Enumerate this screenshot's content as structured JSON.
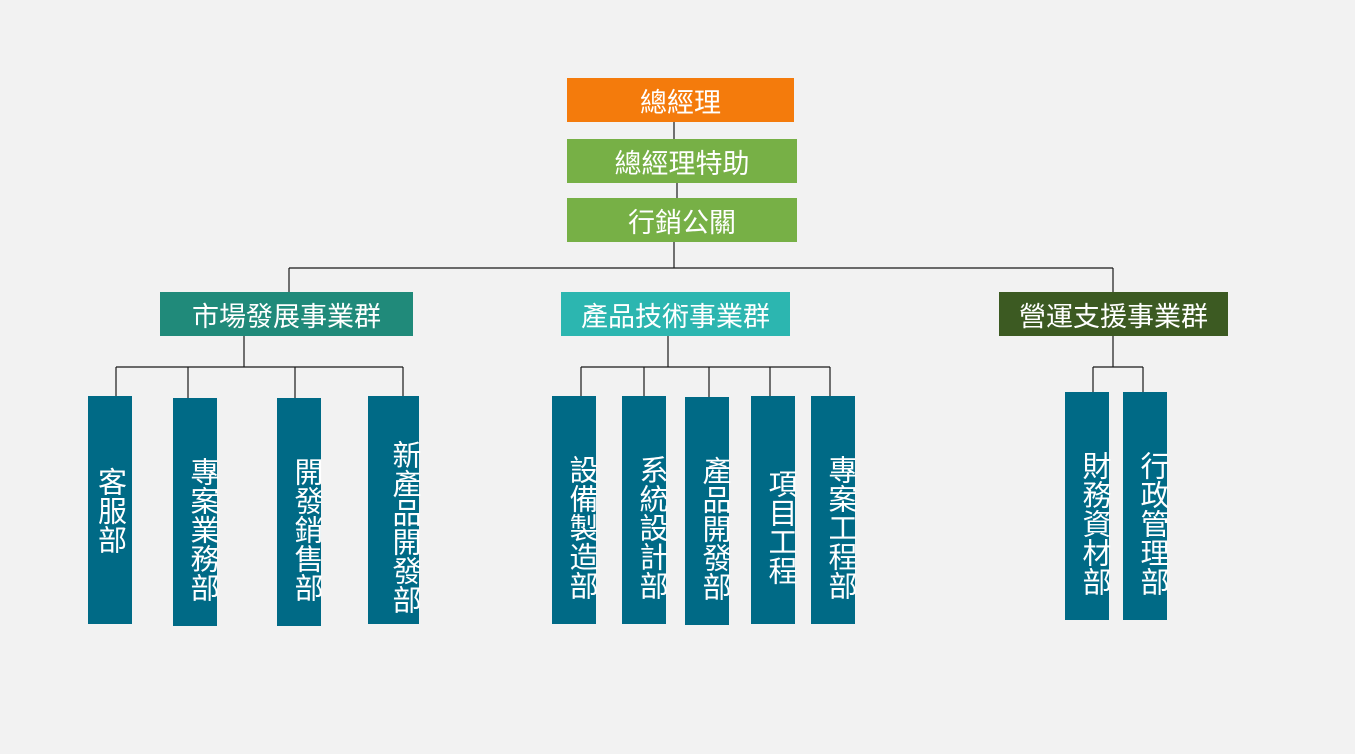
{
  "colors": {
    "ceo": "#f47b0c",
    "assist": "#77b046",
    "group_market": "#208a7a",
    "group_tech": "#2cb6b0",
    "group_ops": "#3c5a22",
    "department": "#006a86",
    "connector": "#1a1a1a"
  },
  "chart": {
    "ceo": "總經理",
    "assistant": "總經理特助",
    "marketing_pr": "行銷公關",
    "groups": [
      {
        "name": "市場發展事業群",
        "departments": [
          "客服部",
          "專案業務部",
          "開發銷售部",
          "新產品開發部"
        ]
      },
      {
        "name": "產品技術事業群",
        "departments": [
          "設備製造部",
          "系統設計部",
          "產品開發部",
          "項目工程",
          "專案工程部"
        ]
      },
      {
        "name": "營運支援事業群",
        "departments": [
          "財務資材部",
          "行政管理部"
        ]
      }
    ]
  }
}
